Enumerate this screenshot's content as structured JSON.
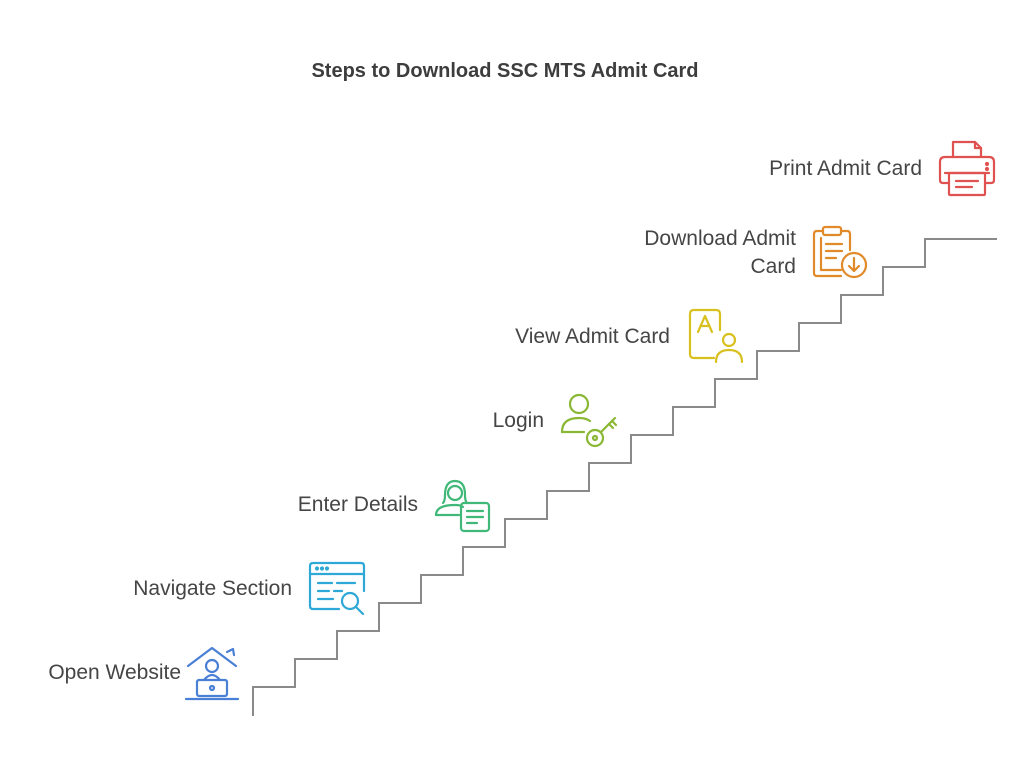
{
  "title": "Steps to Download SSC MTS Admit Card",
  "steps": [
    {
      "label": "Open Website",
      "icon": "house-laptop-icon",
      "color": "#4a7fd6"
    },
    {
      "label": "Navigate Section",
      "icon": "browser-search-icon",
      "color": "#2ea8d6"
    },
    {
      "label": "Enter Details",
      "icon": "person-form-icon",
      "color": "#3fb878"
    },
    {
      "label": "Login",
      "icon": "user-key-icon",
      "color": "#8ab734"
    },
    {
      "label": "View Admit Card",
      "icon": "id-card-user-icon",
      "color": "#d8c11e"
    },
    {
      "label": "Download Admit\nCard",
      "icon": "clipboard-download-icon",
      "color": "#e08a2a"
    },
    {
      "label": "Print Admit Card",
      "icon": "printer-icon",
      "color": "#e0524f"
    }
  ],
  "stair_color": "#8a8a8a"
}
